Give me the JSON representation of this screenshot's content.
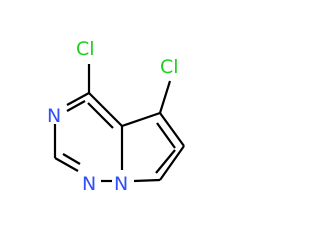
{
  "molecule": {
    "atoms": [
      {
        "id": "cl4",
        "element": "Cl",
        "label": "Cl",
        "color": "#1fd01f"
      },
      {
        "id": "cl5",
        "element": "Cl",
        "label": "Cl",
        "color": "#1fd01f"
      },
      {
        "id": "n3",
        "element": "N",
        "label": "N",
        "color": "#3050f8"
      },
      {
        "id": "n1",
        "element": "N",
        "label": "N",
        "color": "#3050f8"
      },
      {
        "id": "n_bridge",
        "element": "N",
        "label": "N",
        "color": "#3050f8"
      }
    ],
    "bond_color": "#000000"
  }
}
